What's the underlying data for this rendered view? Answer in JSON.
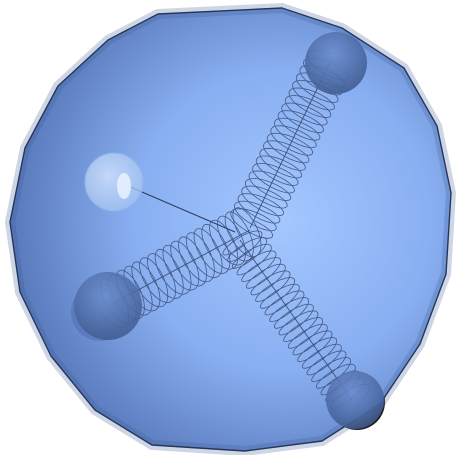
{
  "scene": {
    "colors": {
      "background": "#ffffff",
      "sphere_center": "#9cc2ff",
      "sphere_mid": "#6f98e0",
      "sphere_edge": "#4a6db4",
      "outline": "#1f2a44",
      "spring": "#3f4f78",
      "ball_light": "#c4dcff",
      "ball_blue": "#4f6ea8",
      "ball_dark": "#232323"
    },
    "icons": [
      "sphere-shell",
      "spring",
      "ball"
    ]
  }
}
